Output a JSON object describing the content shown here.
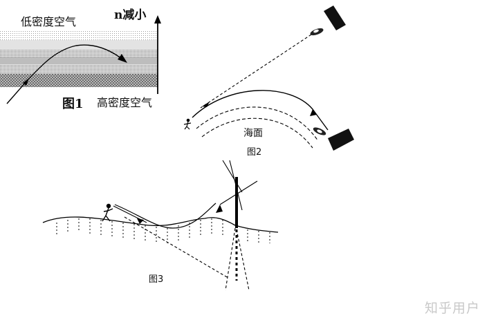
{
  "figure1": {
    "top_label": "低密度空气",
    "refraction_label": "n减小",
    "caption": "图1",
    "bottom_label": "高密度空气"
  },
  "figure2": {
    "sea_label": "海面",
    "caption": "图2"
  },
  "figure3": {
    "caption": "图3"
  },
  "watermark": {
    "text": "知乎用户"
  }
}
